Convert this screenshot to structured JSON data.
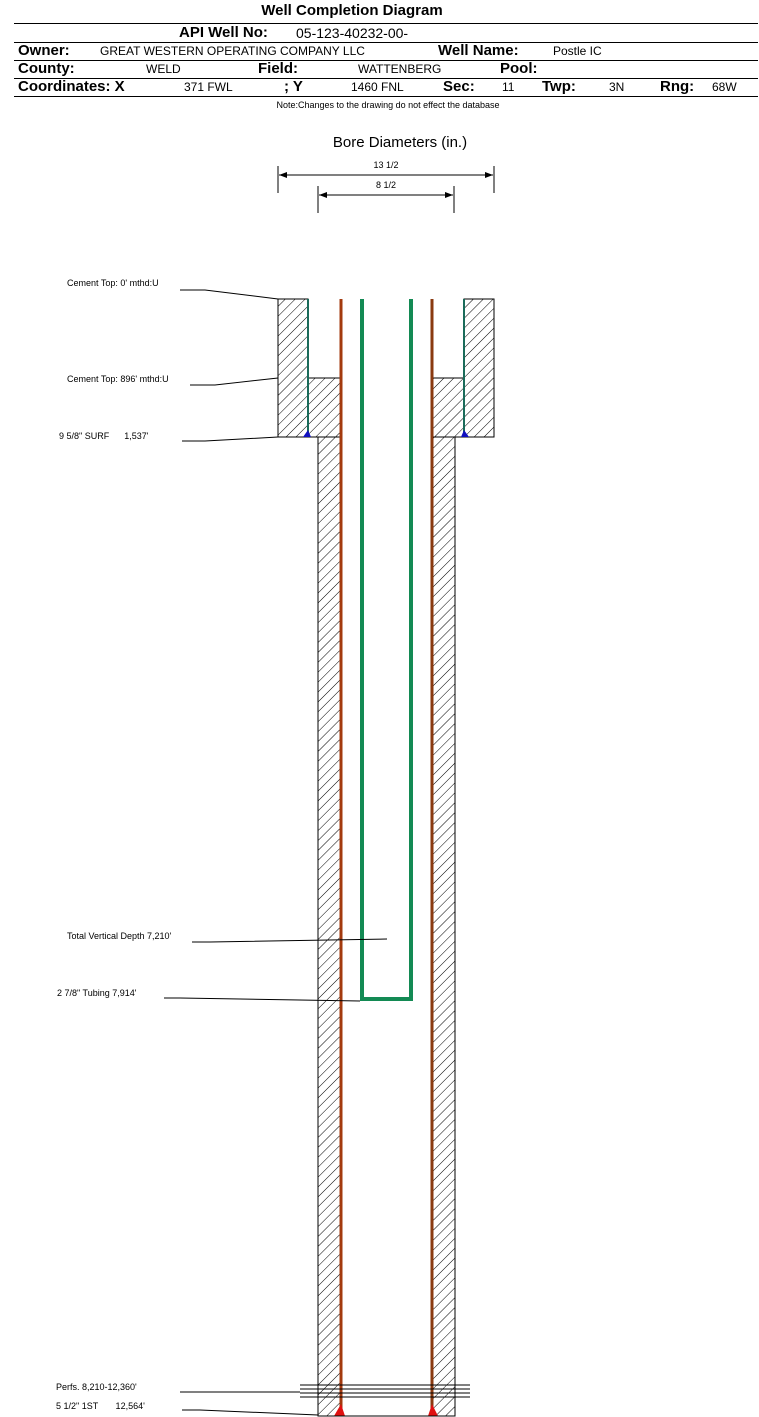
{
  "title": "Well Completion Diagram",
  "header": {
    "api_label": "API Well No:",
    "api_value": "05-123-40232-00-",
    "owner_label": "Owner:",
    "owner_value": "GREAT WESTERN OPERATING COMPANY LLC",
    "well_name_label": "Well Name:",
    "well_name_value": "Postle IC",
    "county_label": "County:",
    "county_value": "WELD",
    "field_label": "Field:",
    "field_value": "WATTENBERG",
    "pool_label": "Pool:",
    "pool_value": "",
    "coords_label": "Coordinates: X",
    "x_value": "371 FWL",
    "y_label": "; Y",
    "y_value": "1460 FNL",
    "sec_label": "Sec:",
    "sec_value": "11",
    "twp_label": "Twp:",
    "twp_value": "3N",
    "rng_label": "Rng:",
    "rng_value": "68W"
  },
  "note": "Note:Changes to the drawing do not effect the database",
  "bore_diameters": {
    "title": "Bore Diameters (in.)",
    "outer": "13 1/2",
    "inner": "8 1/2"
  },
  "annotations": {
    "cement_top_1": "Cement Top: 0' mthd:U",
    "cement_top_2": "Cement Top: 896' mthd:U",
    "surface_casing": "9 5/8\" SURF      1,537'",
    "tvd": "Total Vertical Depth 7,210'",
    "tubing": "2 7/8\" Tubing 7,914'",
    "perfs": "Perfs. 8,210-12,360'",
    "production_casing": "5 1/2\" 1ST       12,564'"
  },
  "colors": {
    "surface_casing": "#1a6b5a",
    "production_casing": "#a33a0e",
    "tubing": "#138a54",
    "hatch": "#000000"
  }
}
